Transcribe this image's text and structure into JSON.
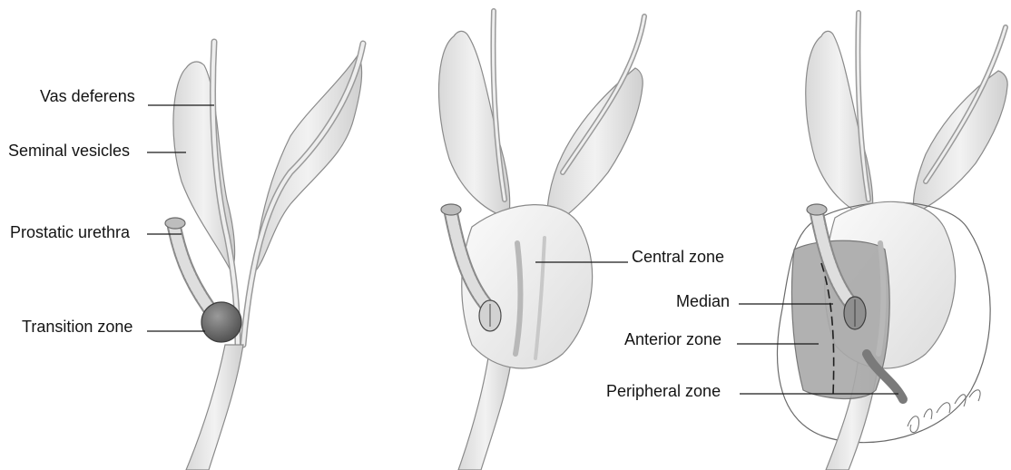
{
  "labels": {
    "vas_deferens": "Vas deferens",
    "seminal_vesicles": "Seminal vesicles",
    "prostatic_urethra": "Prostatic urethra",
    "transition_zone": "Transition zone",
    "central_zone": "Central zone",
    "median": "Median",
    "anterior_zone": "Anterior zone",
    "peripheral_zone": "Peripheral zone"
  },
  "colors": {
    "organ_fill": "#e6e6e6",
    "organ_stroke": "#8a8a8a",
    "prostate_fill": "#f3f3f3",
    "anterior_fill": "#a9a9a9",
    "transition_fill": "#6f6f6f",
    "leader_line": "#1a1a1a"
  }
}
